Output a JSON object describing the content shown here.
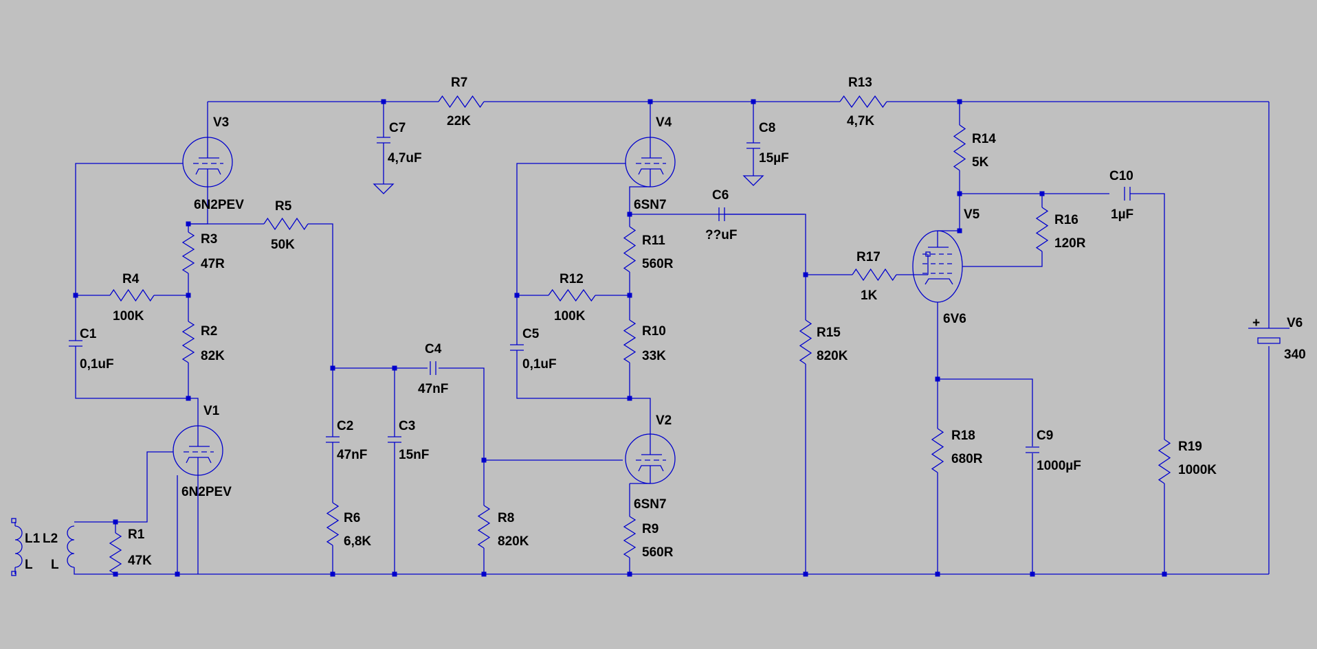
{
  "components": {
    "R1": {
      "name": "R1",
      "value": "47K"
    },
    "R2": {
      "name": "R2",
      "value": "82K"
    },
    "R3": {
      "name": "R3",
      "value": "47R"
    },
    "R4": {
      "name": "R4",
      "value": "100K"
    },
    "R5": {
      "name": "R5",
      "value": "50K"
    },
    "R6": {
      "name": "R6",
      "value": "6,8K"
    },
    "R7": {
      "name": "R7",
      "value": "22K"
    },
    "R8": {
      "name": "R8",
      "value": "820K"
    },
    "R9": {
      "name": "R9",
      "value": "560R"
    },
    "R10": {
      "name": "R10",
      "value": "33K"
    },
    "R11": {
      "name": "R11",
      "value": "560R"
    },
    "R12": {
      "name": "R12",
      "value": "100K"
    },
    "R13": {
      "name": "R13",
      "value": "4,7K"
    },
    "R14": {
      "name": "R14",
      "value": "5K"
    },
    "R15": {
      "name": "R15",
      "value": "820K"
    },
    "R16": {
      "name": "R16",
      "value": "120R"
    },
    "R17": {
      "name": "R17",
      "value": "1K"
    },
    "R18": {
      "name": "R18",
      "value": "680R"
    },
    "R19": {
      "name": "R19",
      "value": "1000K"
    },
    "C1": {
      "name": "C1",
      "value": "0,1uF"
    },
    "C2": {
      "name": "C2",
      "value": "47nF"
    },
    "C3": {
      "name": "C3",
      "value": "15nF"
    },
    "C4": {
      "name": "C4",
      "value": "47nF"
    },
    "C5": {
      "name": "C5",
      "value": "0,1uF"
    },
    "C6": {
      "name": "C6",
      "value": "??uF"
    },
    "C7": {
      "name": "C7",
      "value": "4,7uF"
    },
    "C8": {
      "name": "C8",
      "value": "15µF"
    },
    "C9": {
      "name": "C9",
      "value": "1000µF"
    },
    "C10": {
      "name": "C10",
      "value": "1µF"
    },
    "V1": {
      "name": "V1",
      "value": "6N2PEV"
    },
    "V2": {
      "name": "V2",
      "value": "6SN7"
    },
    "V3": {
      "name": "V3",
      "value": "6N2PEV"
    },
    "V4": {
      "name": "V4",
      "value": "6SN7"
    },
    "V5": {
      "name": "V5",
      "value": "6V6"
    },
    "V6": {
      "name": "V6",
      "value": "340"
    },
    "L1": {
      "name": "L1",
      "value": "L"
    },
    "L2": {
      "name": "L2",
      "value": "L"
    }
  },
  "colors": {
    "background": "#c0c0c0",
    "wire": "#0000cc",
    "text": "#000000"
  }
}
